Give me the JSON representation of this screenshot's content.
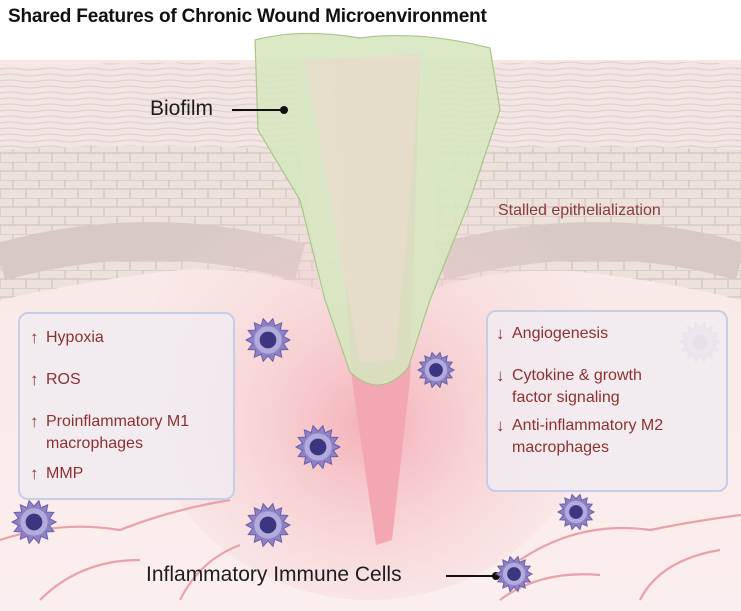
{
  "title": "Shared Features of Chronic Wound Microenvironment",
  "labels": {
    "biofilm": "Biofilm",
    "stalled": "Stalled epithelialization",
    "immune": "Inflammatory Immune Cells"
  },
  "left_box": {
    "items": [
      {
        "arrow": "↑",
        "lines": [
          "Hypoxia"
        ]
      },
      {
        "arrow": "↑",
        "lines": [
          "ROS"
        ]
      },
      {
        "arrow": "↑",
        "lines": [
          "Proinflammatory M1",
          "macrophages"
        ]
      },
      {
        "arrow": "↑",
        "lines": [
          "MMP"
        ]
      }
    ]
  },
  "right_box": {
    "items": [
      {
        "arrow": "↓",
        "lines": [
          "Angiogenesis"
        ]
      },
      {
        "arrow": "↓",
        "lines": [
          "Cytokine & growth",
          "factor signaling"
        ]
      },
      {
        "arrow": "↓",
        "lines": [
          "Anti-inflammatory M2",
          "macrophages"
        ]
      }
    ]
  },
  "colors": {
    "text_accent": "#8e3030",
    "box_border": "#c8cde6",
    "cell_purple": "#7b6fb6",
    "biofilm_green": "#cfe3b4"
  }
}
